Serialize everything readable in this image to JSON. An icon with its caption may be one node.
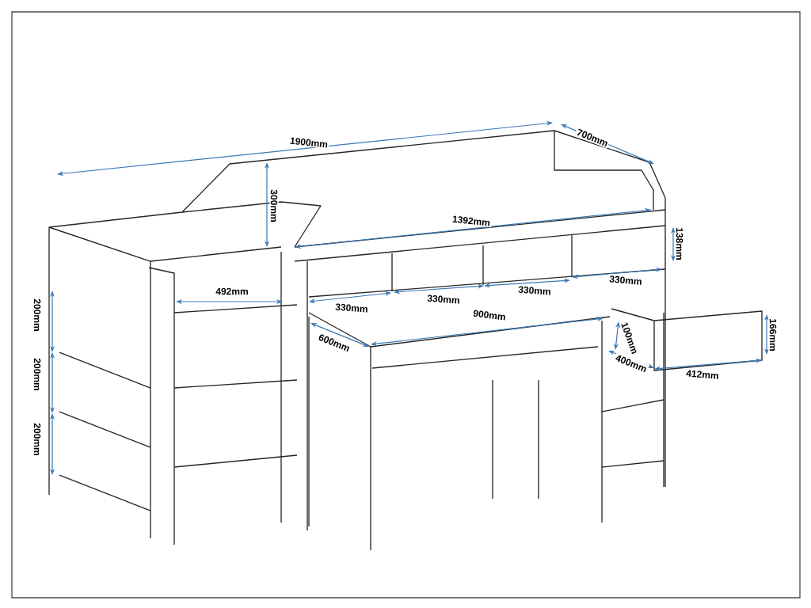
{
  "diagram": {
    "labels": [
      "1900mm",
      "700mm",
      "300mm",
      "1392mm",
      "138mm",
      "330mm",
      "492mm",
      "330mm",
      "330mm",
      "330mm",
      "200mm",
      "900mm",
      "166mm",
      "100mm",
      "600mm",
      "400mm",
      "412mm",
      "200mm",
      "200mm"
    ]
  }
}
